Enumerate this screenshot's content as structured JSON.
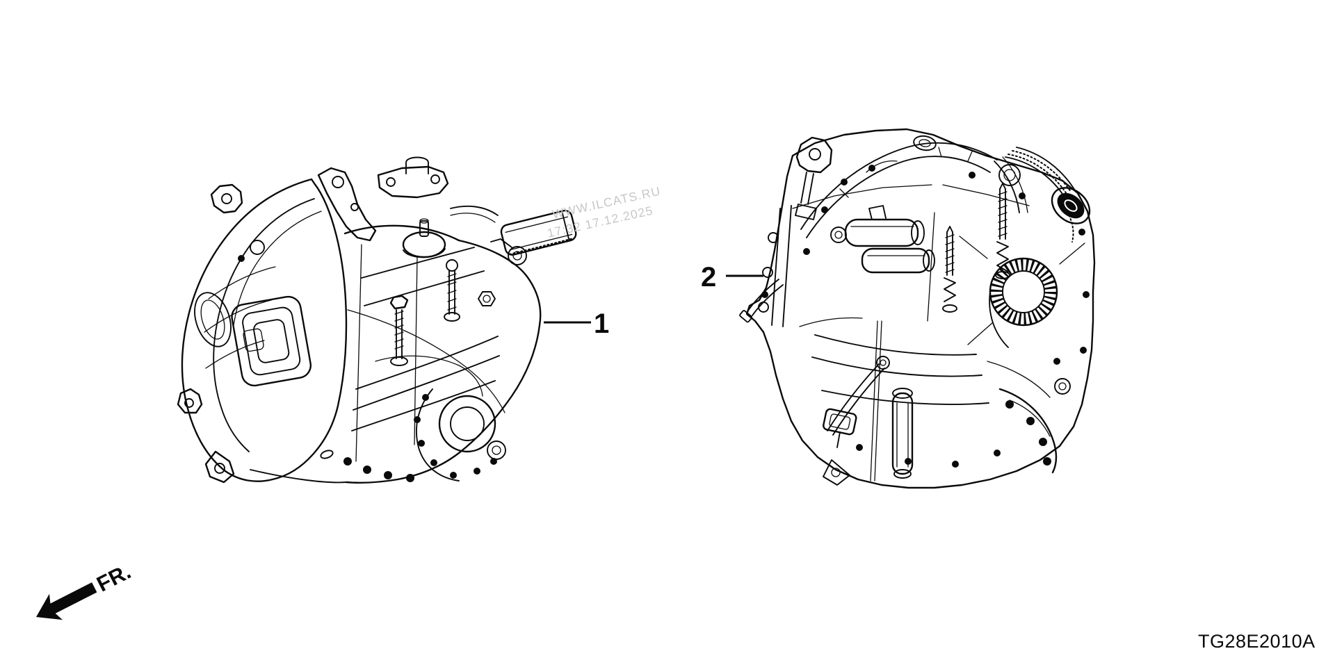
{
  "canvas": {
    "background": "#ffffff",
    "ink": "#0a0a0a"
  },
  "watermark": {
    "site": "WWW.ILCATS.RU",
    "timestamp": "17:32 17.12.2025",
    "color": "#c7c7c7"
  },
  "callouts": {
    "part1": {
      "label": "1"
    },
    "part2": {
      "label": "2"
    }
  },
  "direction": {
    "label": "FR."
  },
  "footer": {
    "diagram_code": "TG28E2010A"
  }
}
